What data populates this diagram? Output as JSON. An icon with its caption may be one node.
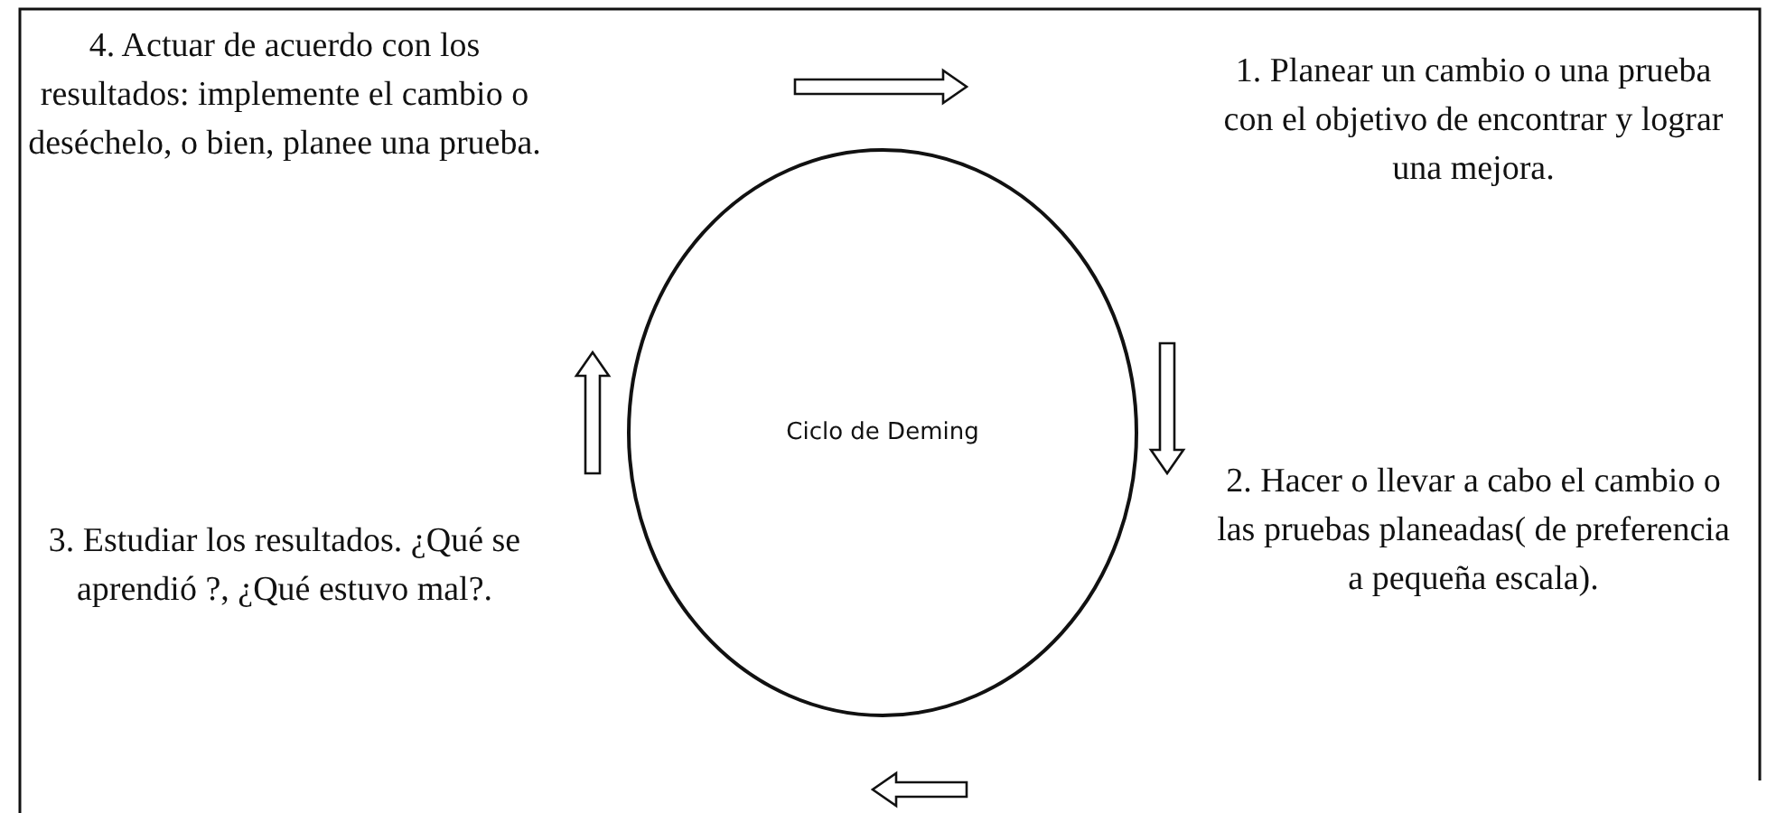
{
  "diagram": {
    "nodes": [
      {
        "text": [
          "Ciclo de Deming"
        ]
      }
    ],
    "labels": [
      "4. Actuar de acuerdo con los resultados: implemente el cambio o deséchelo, o bien, planee una prueba.",
      "1. Planear un cambio o una prueba con el objetivo de encontrar y lograr una mejora.",
      "3. Estudiar los resultados. ¿Qué se aprendió ?, ¿Qué estuvo mal?.",
      "2. Hacer o llevar a cabo el cambio o las pruebas planeadas( de preferencia a pequeña escala)."
    ]
  }
}
